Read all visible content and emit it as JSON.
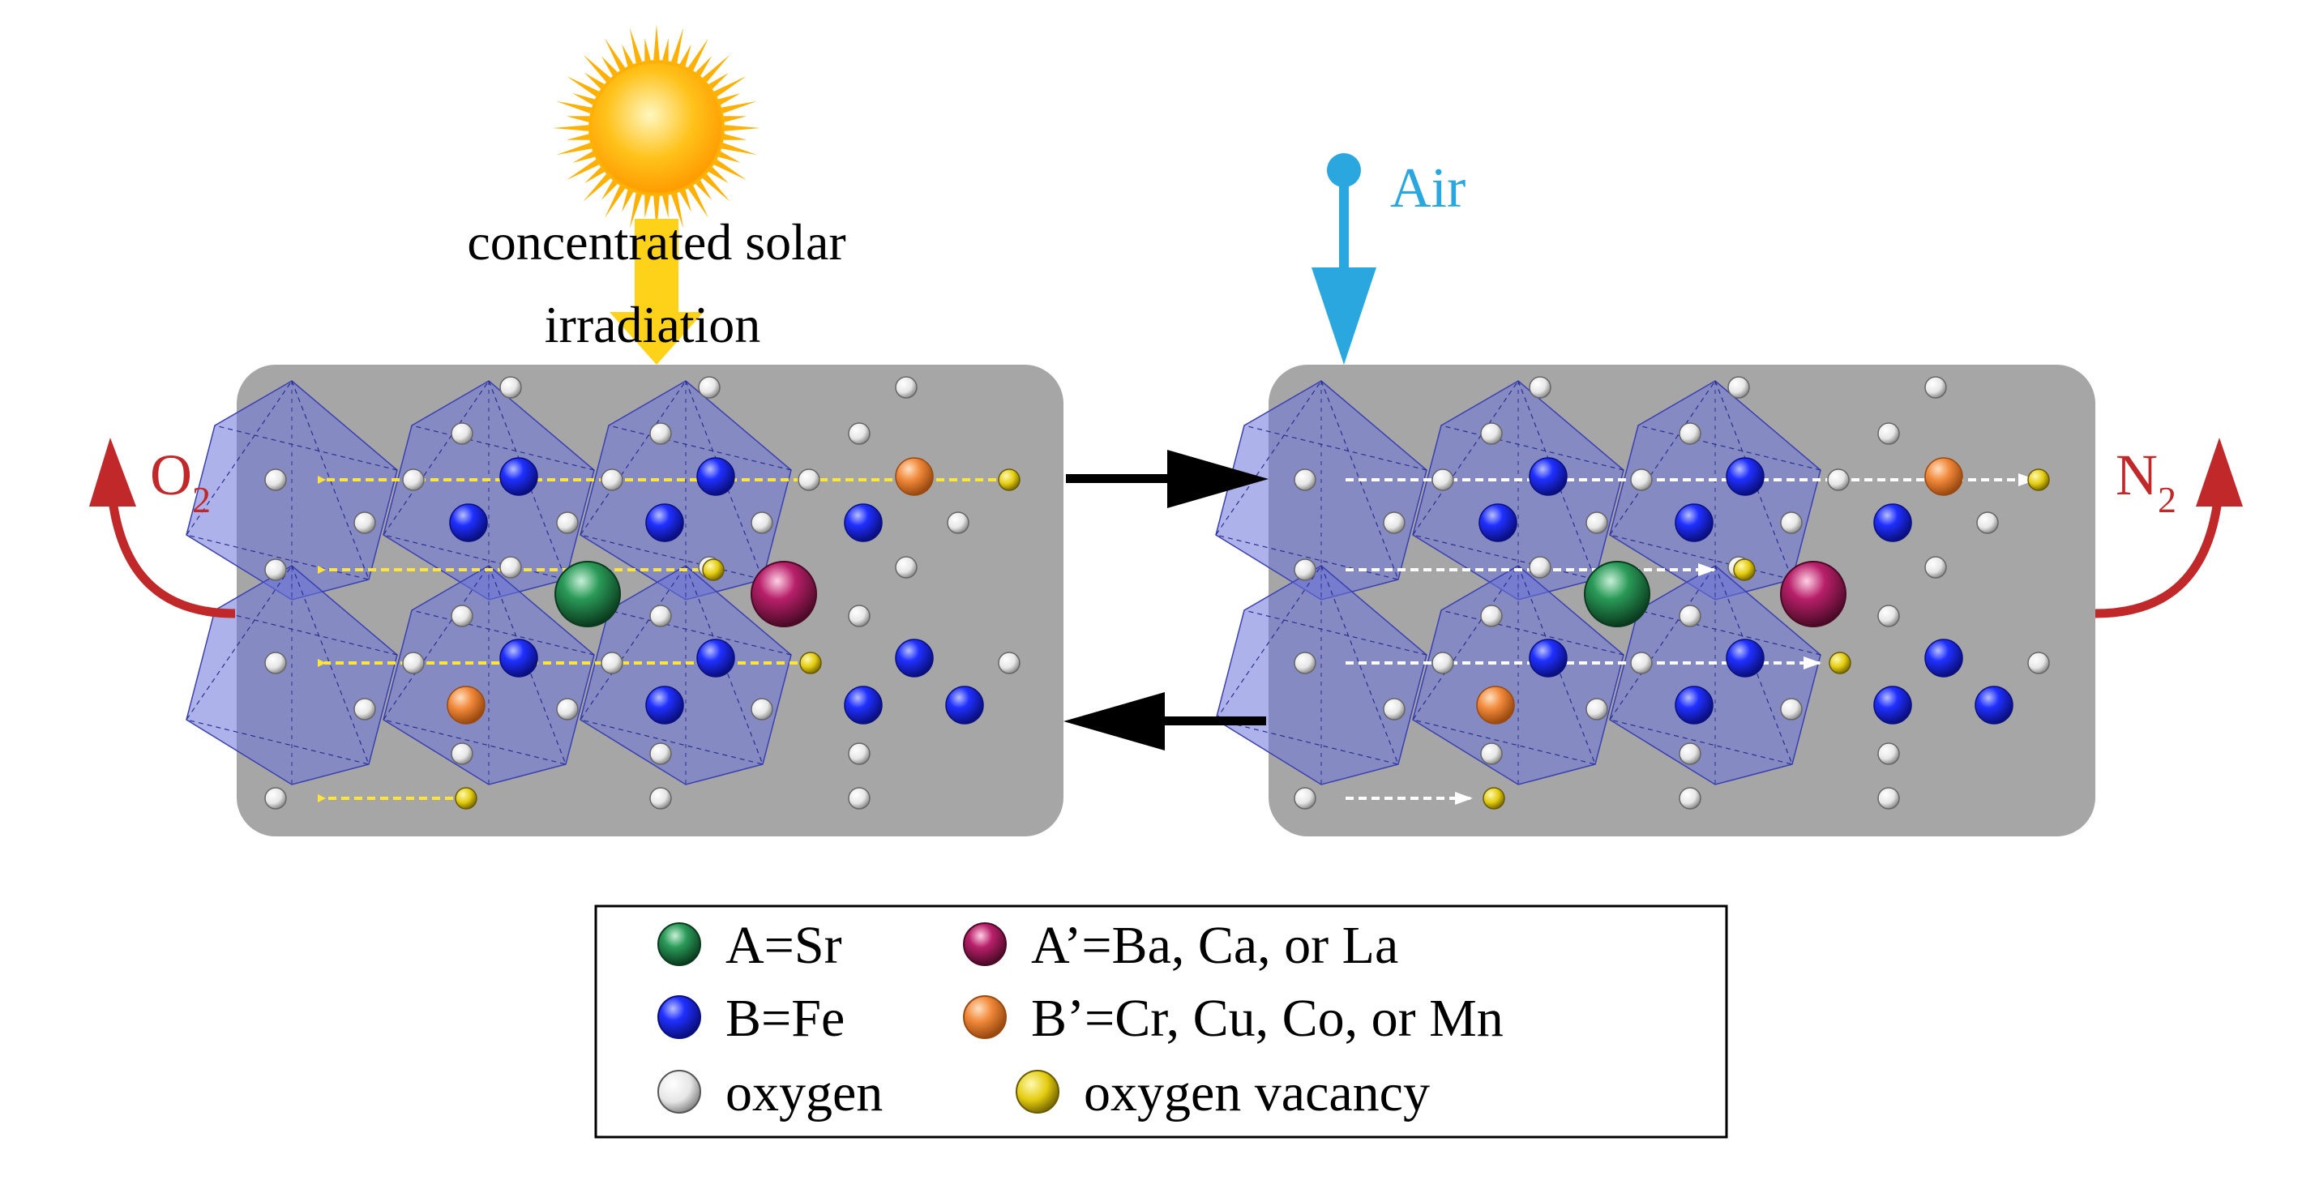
{
  "labels": {
    "sun_line1": "concentrated solar",
    "sun_line2": "irradiation",
    "air": "Air",
    "o2": "O",
    "o2_sub": "2",
    "n2": "N",
    "n2_sub": "2"
  },
  "legend": {
    "a": "A=Sr",
    "a_prime": "A’=Ba, Ca, or La",
    "b": "B=Fe",
    "b_prime": "B’=Cr, Cu, Co, or Mn",
    "oxygen": "oxygen",
    "vacancy": "oxygen vacancy"
  },
  "colors": {
    "panel": "#a6a6a6",
    "octahedron": "#6a73d9",
    "a_site": "#1e7a45",
    "a_prime_site": "#a3195b",
    "b_site": "#1622e6",
    "b_prime_site": "#f08a3c",
    "oxygen": "#f2f2f2",
    "vacancy": "#e8d21a",
    "air_arrow": "#2aa7de",
    "gas_arrow": "#c0282a",
    "sun": "#ffb000",
    "sun_arrow": "#ffd21a"
  }
}
